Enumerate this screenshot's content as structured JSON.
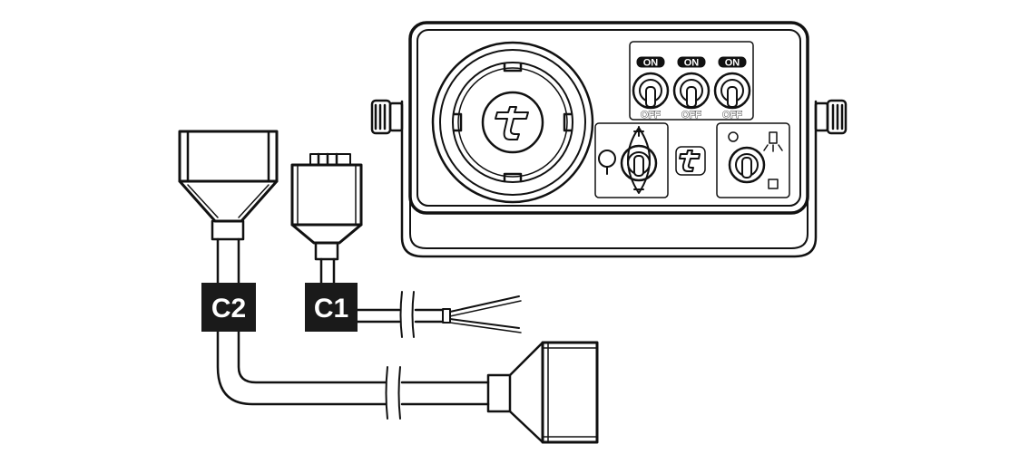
{
  "labels": {
    "c1": "C1",
    "c2": "C2"
  },
  "switches": [
    {
      "on": "ON",
      "off": "OFF"
    },
    {
      "on": "ON",
      "off": "OFF"
    },
    {
      "on": "ON",
      "off": "OFF"
    }
  ],
  "colors": {
    "ink": "#111111",
    "label_bg": "#1a1a1a",
    "label_text": "#ffffff",
    "background": "#ffffff"
  },
  "icons": {
    "logo": "t-logo-icon",
    "plus": "plus-icon",
    "minus": "minus-icon",
    "lamp": "lamp-icon"
  }
}
